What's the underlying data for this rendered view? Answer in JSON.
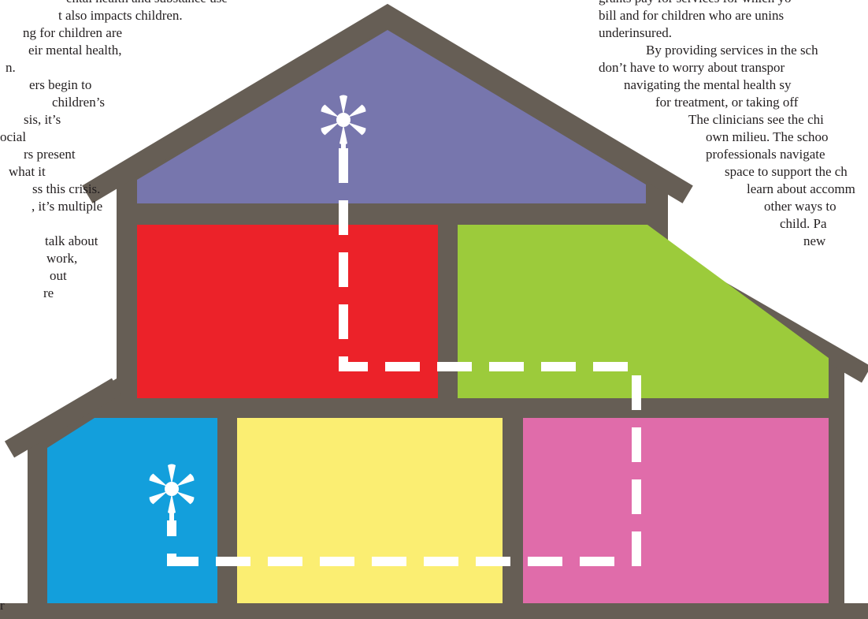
{
  "left_column": {
    "lines": [
      "ental health and substance use",
      "t also impacts children.",
      "ng for children are",
      "eir mental health,",
      "n.",
      "ers begin to",
      "children’s",
      "sis, it’s",
      "ocial",
      "rs present",
      "what it",
      "ss this crisis.",
      ", it’s multiple",
      "",
      "talk about",
      "work,",
      "out",
      "re",
      "",
      "",
      "",
      "",
      "",
      "",
      "",
      "",
      "",
      "",
      "",
      "",
      "",
      "",
      "",
      "",
      "r"
    ]
  },
  "right_column": {
    "lines": [
      "grants pay for services for which yo",
      "bill and for children who are unins",
      "underinsured.",
      "    By providing services in the sch",
      "don’t have to worry about transpor",
      "    navigating the mental health sy",
      "        for treatment, or taking off",
      "            The clinicians see the chi",
      "                own milieu. The schoo",
      "                professionals navigate",
      "                    space to support the ch",
      "                        learn about accomm",
      "                            other ways to",
      "                                child. Pa",
      "                                    new"
    ]
  },
  "house": {
    "colors": {
      "frame": "#665e55",
      "attic": "#7776ad",
      "red_room": "#ec2229",
      "green_room": "#9ccb3b",
      "blue_room": "#139fdc",
      "yellow_room": "#fbee72",
      "pink_room": "#e06caa",
      "path": "#ffffff"
    },
    "icons": [
      "asterisk-flower-icon",
      "asterisk-flower-icon"
    ]
  }
}
